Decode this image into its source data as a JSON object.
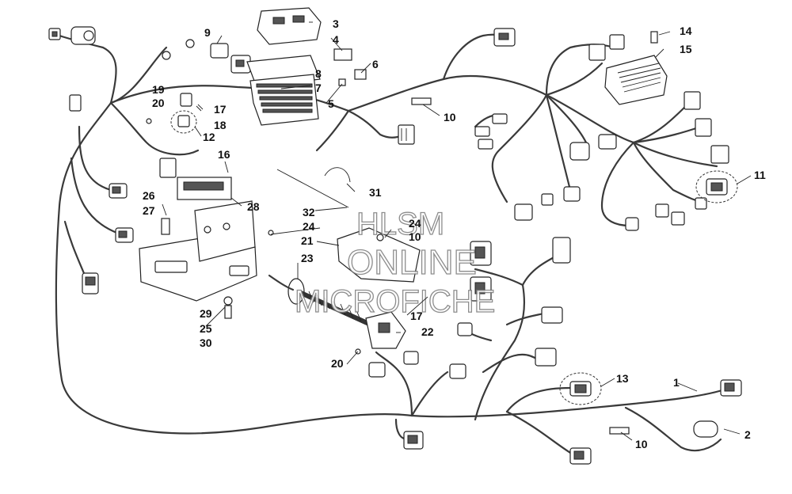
{
  "watermark": {
    "line1": "HLSM",
    "line2": "ONLINE",
    "line3": "MICROFICHE"
  },
  "callouts": {
    "c1": "1",
    "c2": "2",
    "c3": "3",
    "c4": "4",
    "c5": "5",
    "c6": "6",
    "c7": "7",
    "c8": "8",
    "c9": "9",
    "c10a": "10",
    "c10b": "10",
    "c10c": "10",
    "c11": "11",
    "c12": "12",
    "c13": "13",
    "c14": "14",
    "c15": "15",
    "c16": "16",
    "c17a": "17",
    "c17b": "17",
    "c18": "18",
    "c19": "19",
    "c20a": "20",
    "c20b": "20",
    "c21": "21",
    "c22": "22",
    "c23": "23",
    "c24a": "24",
    "c24b": "24",
    "c25": "25",
    "c26": "26",
    "c27": "27",
    "c28": "28",
    "c29": "29",
    "c30": "30",
    "c31": "31",
    "c32": "32"
  }
}
